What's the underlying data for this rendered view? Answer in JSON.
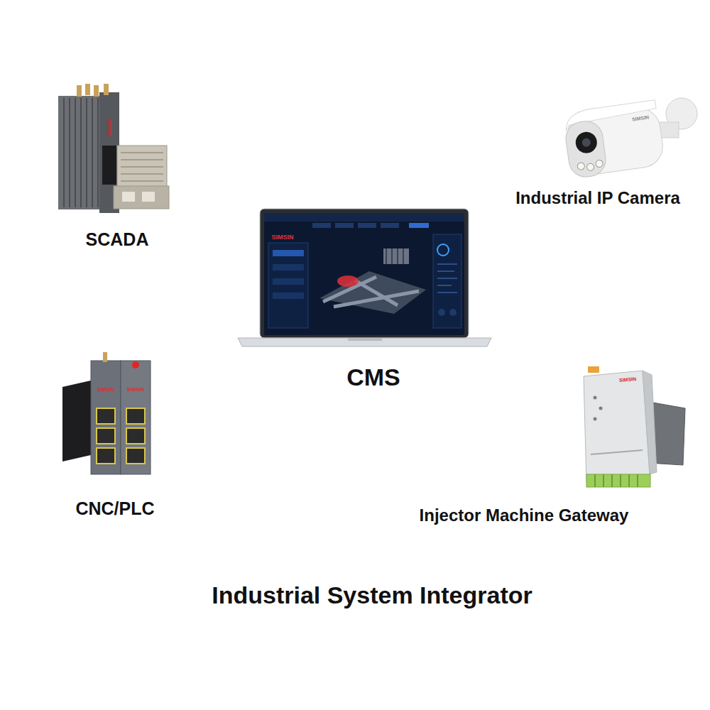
{
  "diagram": {
    "title": "Industrial System Integrator",
    "nodes": [
      {
        "text": [
          "SCADA"
        ]
      },
      {
        "text": [
          "Industrial IP Camera"
        ]
      },
      {
        "text": [
          "CMS"
        ]
      },
      {
        "text": [
          "CNC/PLC"
        ]
      },
      {
        "text": [
          "Injector Machine Gateway"
        ]
      }
    ],
    "labels": [
      "SIMSIN",
      "SIMSIN",
      "SIMSIN",
      "SIMSIN",
      "SIMSIN",
      "SIMSIN"
    ]
  }
}
